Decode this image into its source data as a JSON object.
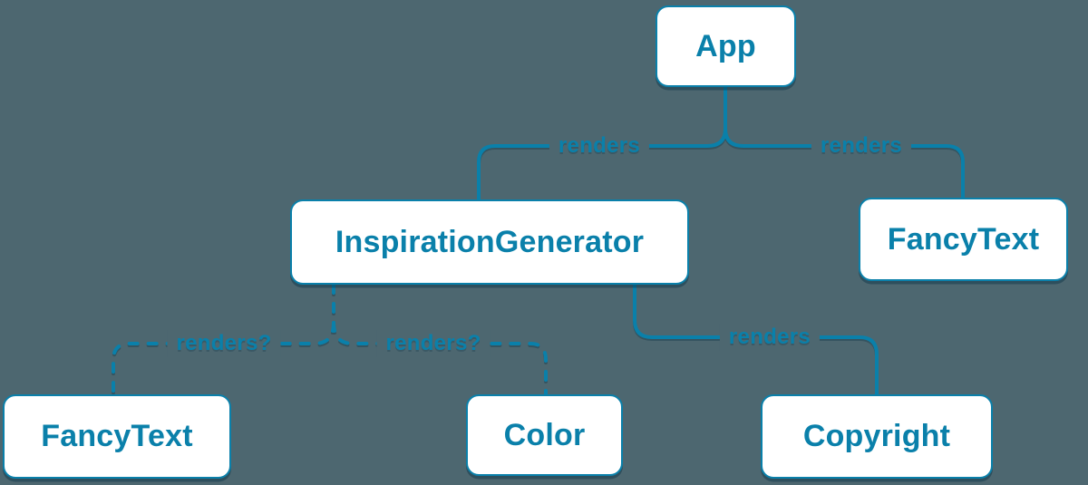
{
  "canvas": {
    "background_color": "#4D6770",
    "accent_color": "#0A80AA",
    "node_fill_color": "#FFFFFF"
  },
  "diagram": {
    "type": "render-tree",
    "nodes": [
      {
        "id": "app",
        "label": "App"
      },
      {
        "id": "inspiration-generator",
        "label": "InspirationGenerator"
      },
      {
        "id": "fancytext-top",
        "label": "FancyText"
      },
      {
        "id": "fancytext-bottom",
        "label": "FancyText"
      },
      {
        "id": "color",
        "label": "Color"
      },
      {
        "id": "copyright",
        "label": "Copyright"
      }
    ],
    "edges": [
      {
        "from": "App",
        "to": "InspirationGenerator",
        "label": "renders",
        "style": "solid"
      },
      {
        "from": "App",
        "to": "FancyText",
        "label": "renders",
        "style": "solid"
      },
      {
        "from": "InspirationGenerator",
        "to": "FancyText",
        "label": "renders?",
        "style": "dashed"
      },
      {
        "from": "InspirationGenerator",
        "to": "Color",
        "label": "renders?",
        "style": "dashed"
      },
      {
        "from": "InspirationGenerator",
        "to": "Copyright",
        "label": "renders",
        "style": "solid"
      }
    ]
  }
}
